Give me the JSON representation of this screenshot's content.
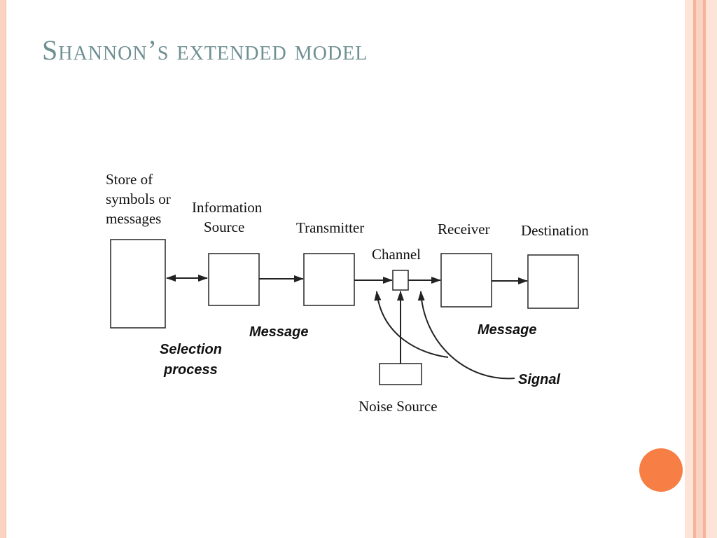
{
  "title": "Shannon’s extended model",
  "colors": {
    "title": "#6f8f93",
    "accent": "#f77f45",
    "stripe_light": "#fbd3c3",
    "stripe_dark": "#f4b39a"
  },
  "diagram": {
    "store_line1": "Store of",
    "store_line2": "symbols or",
    "store_line3": "messages",
    "source_line1": "Information",
    "source_line2": "Source",
    "transmitter": "Transmitter",
    "channel": "Channel",
    "receiver": "Receiver",
    "destination": "Destination",
    "noise_source": "Noise Source",
    "message_left": "Message",
    "message_right": "Message",
    "selection_line1": "Selection",
    "selection_line2": "process",
    "signal": "Signal"
  }
}
